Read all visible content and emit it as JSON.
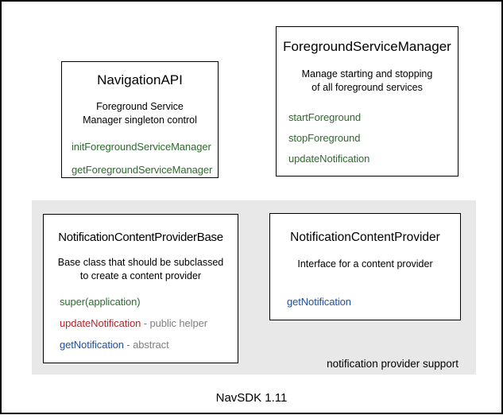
{
  "colors": {
    "green": "#2f6a2f",
    "red": "#b2262b",
    "blue": "#1f4f9e",
    "gray_text": "#7f7f7f",
    "group_bg": "#e8e8e8",
    "border": "#000000"
  },
  "boxes": {
    "navigation_api": {
      "title": "NavigationAPI",
      "desc1": "Foreground Service",
      "desc2": "Manager singleton control",
      "methods": [
        {
          "label": "initForegroundServiceManager"
        },
        {
          "label": "getForegroundServiceManager"
        }
      ]
    },
    "foreground_service_manager": {
      "title": "ForegroundServiceManager",
      "desc1": "Manage starting and stopping",
      "desc2": "of all foreground services",
      "methods": [
        {
          "label": "startForeground"
        },
        {
          "label": "stopForeground"
        },
        {
          "label": "updateNotification"
        }
      ]
    },
    "notification_content_provider_base": {
      "title": "NotificationContentProviderBase",
      "desc1": "Base class that should be subclassed",
      "desc2": "to create a content provider",
      "methods": [
        {
          "label": "super(application)",
          "annotation": ""
        },
        {
          "label": "updateNotification",
          "annotation": "- public helper"
        },
        {
          "label": "getNotification",
          "annotation": "- abstract"
        }
      ]
    },
    "notification_content_provider": {
      "title": "NotificationContentProvider",
      "desc1": "Interface for a content provider",
      "methods": [
        {
          "label": "getNotification"
        }
      ]
    }
  },
  "group": {
    "label": "notification provider support"
  },
  "frame": {
    "caption": "NavSDK 1.11"
  }
}
